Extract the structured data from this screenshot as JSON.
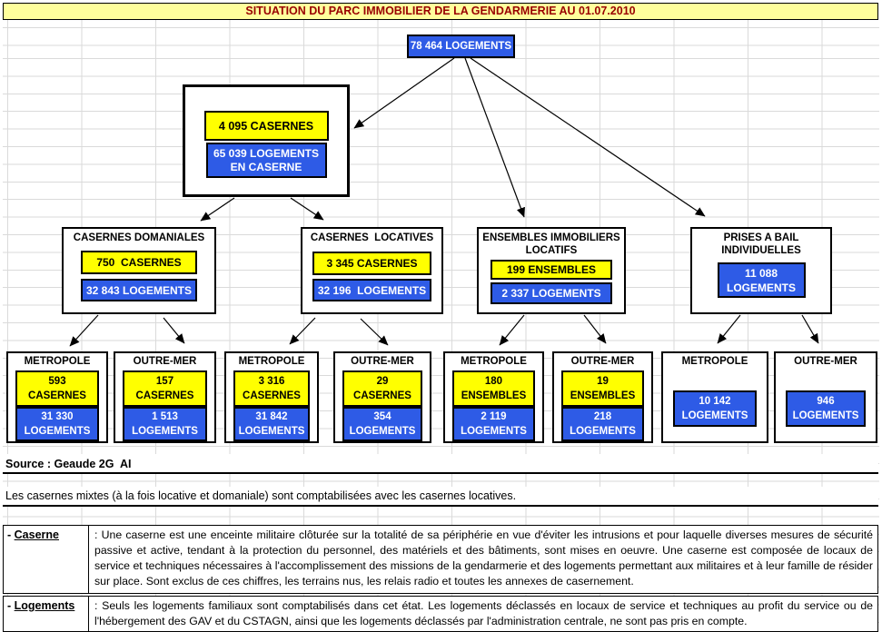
{
  "title": "SITUATION DU PARC IMMOBILIER DE LA GENDARMERIE AU 01.07.2010",
  "root": {
    "label": "78 464 LOGEMENTS"
  },
  "summary": {
    "casernes": "4 095 CASERNES",
    "logements": "65 039 LOGEMENTS\nEN CASERNE"
  },
  "level3": [
    {
      "title": "CASERNES DOMANIALES",
      "yellow": "750  CASERNES",
      "blue": "32 843 LOGEMENTS"
    },
    {
      "title": "CASERNES  LOCATIVES",
      "yellow": "3 345 CASERNES",
      "blue": "32 196  LOGEMENTS"
    },
    {
      "title": "ENSEMBLES IMMOBILIERS\nLOCATIFS",
      "yellow": "199 ENSEMBLES",
      "blue": "2 337 LOGEMENTS"
    },
    {
      "title": "PRISES A BAIL\nINDIVIDUELLES",
      "blue": "11 088\nLOGEMENTS"
    }
  ],
  "level4": [
    {
      "title": "METROPOLE",
      "yellow": "593\nCASERNES",
      "blue": "31 330\nLOGEMENTS"
    },
    {
      "title": "OUTRE-MER",
      "yellow": "157\nCASERNES",
      "blue": "1 513\nLOGEMENTS"
    },
    {
      "title": "METROPOLE",
      "yellow": "3 316\nCASERNES",
      "blue": "31 842\nLOGEMENTS"
    },
    {
      "title": "OUTRE-MER",
      "yellow": "29\nCASERNES",
      "blue": "354\nLOGEMENTS"
    },
    {
      "title": "METROPOLE",
      "yellow": "180\nENSEMBLES",
      "blue": "2 119\nLOGEMENTS"
    },
    {
      "title": "OUTRE-MER",
      "yellow": "19\nENSEMBLES",
      "blue": "218\nLOGEMENTS"
    },
    {
      "title": "METROPOLE",
      "blue": "10 142\nLOGEMENTS"
    },
    {
      "title": "OUTRE-MER",
      "blue": "946\nLOGEMENTS"
    }
  ],
  "source": "Source : Geaude 2G  AI",
  "note": "Les casernes mixtes (à la fois locative et domaniale) sont comptabilisées avec les casernes locatives.",
  "definitions": [
    {
      "prefix": "- ",
      "term": "Caserne",
      "text": ": Une caserne est une enceinte militaire clôturée sur la totalité de sa périphérie en vue d'éviter les intrusions et pour laquelle diverses mesures de sécurité passive et active, tendant à la protection du personnel, des matériels et des bâtiments, sont mises en oeuvre. Une caserne est composée de locaux de service et techniques nécessaires à l'accomplissement des missions de la gendarmerie et des logements permettant aux militaires et à leur famille de résider sur place. Sont exclus de ces chiffres, les terrains nus, les relais radio et toutes les annexes de casernement."
    },
    {
      "prefix": "- ",
      "term": "Logements",
      "text": ": Seuls les logements familiaux sont comptabilisés dans cet état. Les logements déclassés en locaux de service et techniques au profit du service ou de l'hébergement des GAV et du CSTAGN, ainsi que les logements déclassés par l'administration centrale, ne sont pas pris en compte."
    }
  ],
  "colors": {
    "title_bg": "#FFFF9C",
    "title_text": "#990000",
    "yellow": "#FFFF00",
    "blue": "#2E5BE6",
    "grid": "#DADADA"
  }
}
